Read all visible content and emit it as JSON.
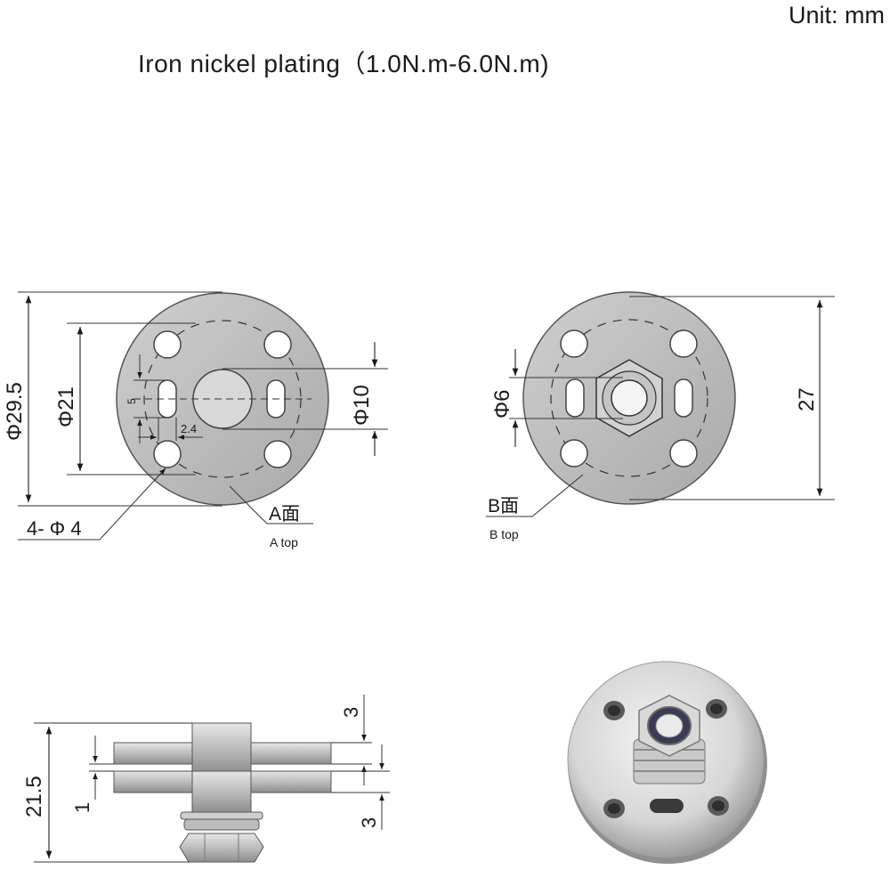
{
  "header": {
    "unit": "Unit: mm",
    "title": "Iron nickel plating（1.0N.m-6.0N.m)"
  },
  "view_a": {
    "outer_diameter": "Φ29.5",
    "bolt_circle": "Φ21",
    "center_diameter": "Φ10",
    "slot_length": "5",
    "slot_width": "2.4",
    "holes": "4- Φ 4",
    "face_label": "A面",
    "face_caption": "A top"
  },
  "view_b": {
    "hole_diameter": "Φ6",
    "height": "27",
    "face_label": "B面",
    "face_caption": "B top"
  },
  "side_view": {
    "total_height": "21.5",
    "top_thickness": "3",
    "gap": "1",
    "bottom_thickness": "3"
  },
  "colors": {
    "line": "#1a1a1a",
    "plate": "#bdbdbd",
    "plate_light": "#e2e2e2",
    "metal": "#d0d0d0",
    "hole": "#ffffff"
  }
}
